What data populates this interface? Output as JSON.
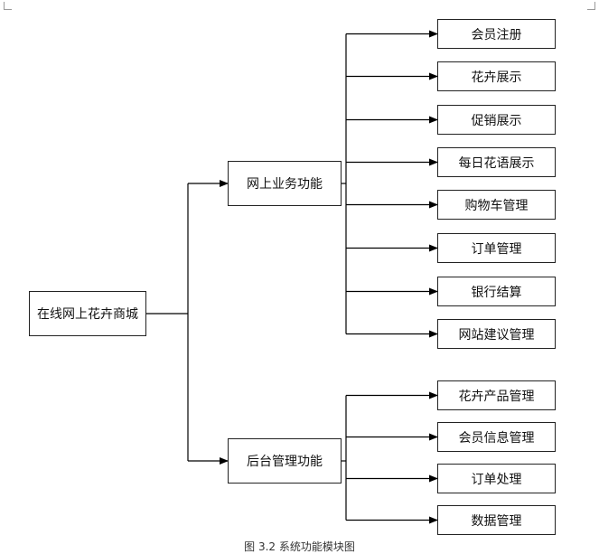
{
  "diagram": {
    "root": {
      "label": "在线网上花卉商城"
    },
    "branches": [
      {
        "label": "网上业务功能",
        "children": [
          "会员注册",
          "花卉展示",
          "促销展示",
          "每日花语展示",
          "购物车管理",
          "订单管理",
          "银行结算",
          "网站建议管理"
        ]
      },
      {
        "label": "后台管理功能",
        "children": [
          "花卉产品管理",
          "会员信息管理",
          "订单处理",
          "数据管理"
        ]
      }
    ],
    "caption": "图 3.2 系统功能模块图"
  },
  "colors": {
    "line": "#000000",
    "box_border": "#222222"
  }
}
